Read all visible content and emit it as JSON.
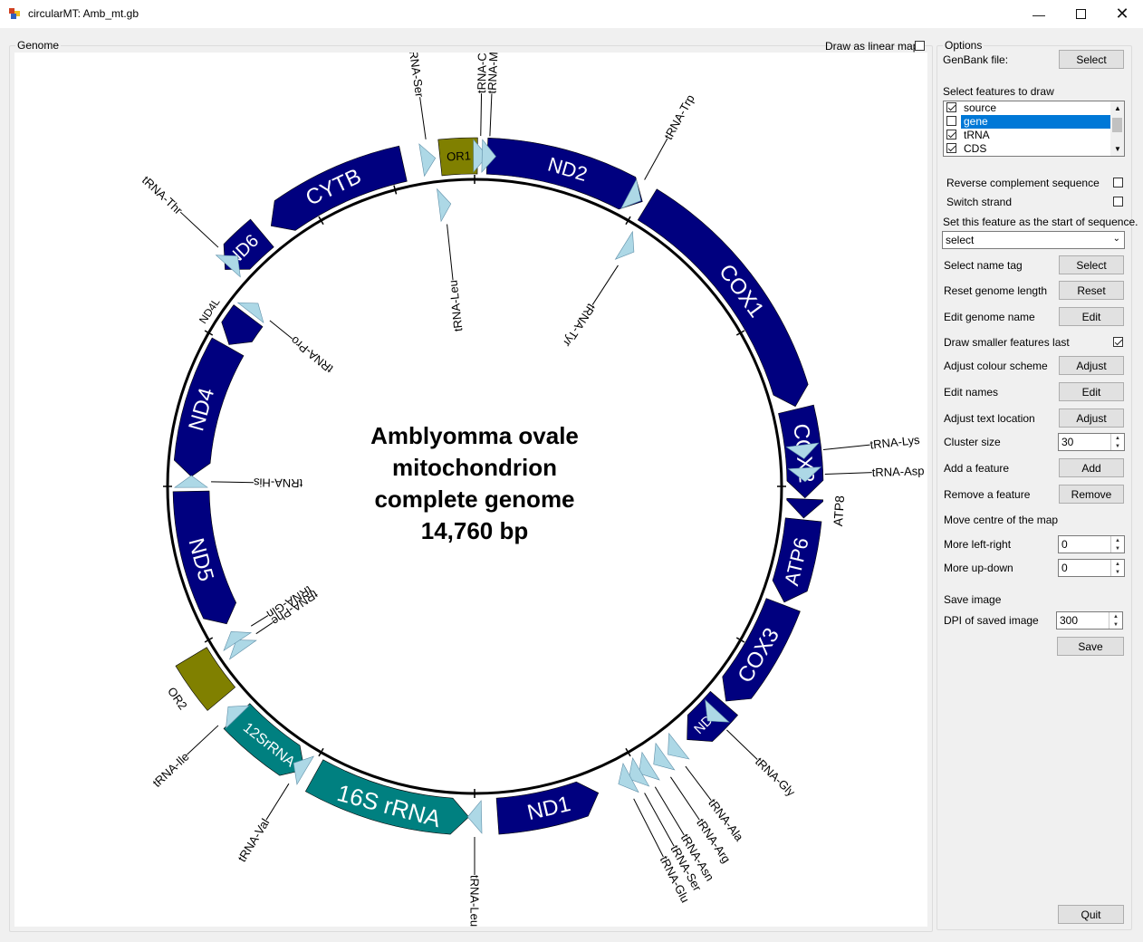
{
  "window": {
    "title": "circularMT: Amb_mt.gb",
    "minimize_icon": "minimize-icon",
    "maximize_icon": "maximize-icon",
    "close_icon": "close-icon"
  },
  "genome_panel": {
    "group_label": "Genome",
    "linear_label": "Draw as linear map",
    "linear_checked": false
  },
  "map": {
    "center_title": [
      "Amblyomma ovale",
      "mitochondrion",
      "complete genome",
      "14,760 bp"
    ],
    "features": [
      {
        "name": "OR1",
        "type": "OR"
      },
      {
        "name": "ND2",
        "type": "CDS"
      },
      {
        "name": "COX1",
        "type": "CDS"
      },
      {
        "name": "COX2",
        "type": "CDS"
      },
      {
        "name": "ATP8",
        "type": "CDS"
      },
      {
        "name": "ATP6",
        "type": "CDS"
      },
      {
        "name": "COX3",
        "type": "CDS"
      },
      {
        "name": "ND3",
        "type": "CDS"
      },
      {
        "name": "ND1",
        "type": "CDS"
      },
      {
        "name": "16S rRNA",
        "type": "rRNA"
      },
      {
        "name": "12SrRNA",
        "type": "rRNA"
      },
      {
        "name": "OR2",
        "type": "OR"
      },
      {
        "name": "ND5",
        "type": "CDS"
      },
      {
        "name": "ND4",
        "type": "CDS"
      },
      {
        "name": "ND4L",
        "type": "CDS"
      },
      {
        "name": "ND6",
        "type": "CDS"
      },
      {
        "name": "CYTB",
        "type": "CDS"
      }
    ],
    "trna_labels": [
      "tRNA-Ser",
      "tRNA-Cys",
      "tRNA-Met",
      "tRNA-Leu",
      "tRNA-Trp",
      "tRNA-Tyr",
      "tRNA-Lys",
      "tRNA-Asp",
      "tRNA-Gly",
      "tRNA-Ala",
      "tRNA-Arg",
      "tRNA-Asn",
      "tRNA-Ser",
      "tRNA-Glu",
      "tRNA-Leu",
      "tRNA-Val",
      "tRNA-Ile",
      "tRNA-Phe",
      "tRNA-Gln",
      "tRNA-His",
      "tRNA-Pro",
      "tRNA-Thr"
    ],
    "colors": {
      "cds": "#00007f",
      "rrna": "#008080",
      "origin": "#808000",
      "trna": "#add8e6"
    }
  },
  "options": {
    "group_label": "Options",
    "genbank_label": "GenBank file:",
    "genbank_button": "Select",
    "features_label": "Select features to draw",
    "feature_list": [
      {
        "label": "source",
        "checked": true,
        "selected": false
      },
      {
        "label": "gene",
        "checked": false,
        "selected": true
      },
      {
        "label": "tRNA",
        "checked": true,
        "selected": false
      },
      {
        "label": "CDS",
        "checked": true,
        "selected": false
      }
    ],
    "reverse_label": "Reverse complement sequence",
    "reverse_checked": false,
    "switch_label": "Switch strand",
    "switch_checked": false,
    "start_label": "Set this feature as the start of sequence.",
    "start_value": "select",
    "name_tag_label": "Select name tag",
    "name_tag_button": "Select",
    "reset_length_label": "Reset genome length",
    "reset_length_button": "Reset",
    "edit_genome_label": "Edit genome name",
    "edit_genome_button": "Edit",
    "smaller_last_label": "Draw smaller features last",
    "smaller_last_checked": true,
    "colour_label": "Adjust colour scheme",
    "colour_button": "Adjust",
    "edit_names_label": "Edit names",
    "edit_names_button": "Edit",
    "text_loc_label": "Adjust text location",
    "text_loc_button": "Adjust",
    "cluster_label": "Cluster size",
    "cluster_value": "30",
    "add_label": "Add a feature",
    "add_button": "Add",
    "remove_label": "Remove a feature",
    "remove_button": "Remove",
    "move_label": "Move centre of the map",
    "left_right_label": "More left-right",
    "left_right_value": "0",
    "up_down_label": "More up-down",
    "up_down_value": "0",
    "save_image_label": "Save image",
    "dpi_label": "DPI of saved image",
    "dpi_value": "300",
    "save_button": "Save",
    "quit_button": "Quit"
  }
}
